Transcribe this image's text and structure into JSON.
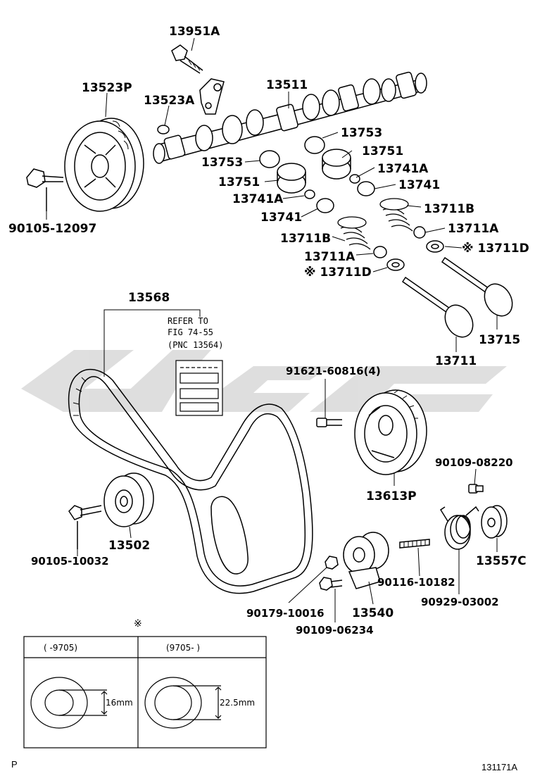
{
  "parts": {
    "p13951A": "13951A",
    "p13523P": "13523P",
    "p13523A": "13523A",
    "p13511": "13511",
    "p13753a": "13753",
    "p13753b": "13753",
    "p13751a": "13751",
    "p13751b": "13751",
    "p13741Aa": "13741A",
    "p13741Ab": "13741A",
    "p13741a": "13741",
    "p13741b": "13741",
    "p13711Ba": "13711B",
    "p13711Bb": "13711B",
    "p13711Aa": "13711A",
    "p13711Ab": "13711A",
    "p13711Da": "※ 13711D",
    "p13711Db": "※ 13711D",
    "p13715": "13715",
    "p13711": "13711",
    "p90105_12097": "90105-12097",
    "p13568": "13568",
    "p91621": "91621-60816(4)",
    "p13613P": "13613P",
    "p90109_08220": "90109-08220",
    "p90105_10032": "90105-10032",
    "p13502": "13502",
    "p13557C": "13557C",
    "p90116": "90116-10182",
    "p90179": "90179-10016",
    "p13540": "13540",
    "p90929": "90929-03002",
    "p90109_06234": "90109-06234"
  },
  "refer_note": {
    "line1": "REFER TO",
    "line2": "FIG 74-55",
    "line3": "(PNC 13564)"
  },
  "table": {
    "mark": "※",
    "col1_header": "(    -9705)",
    "col2_header": "(9705-     )",
    "col1_dim": "16mm",
    "col2_dim": "22.5mm"
  },
  "footer": {
    "left_code": "P",
    "fig_number": "131171A"
  },
  "colors": {
    "line": "#000000",
    "watermark": "#d9d9d9"
  }
}
